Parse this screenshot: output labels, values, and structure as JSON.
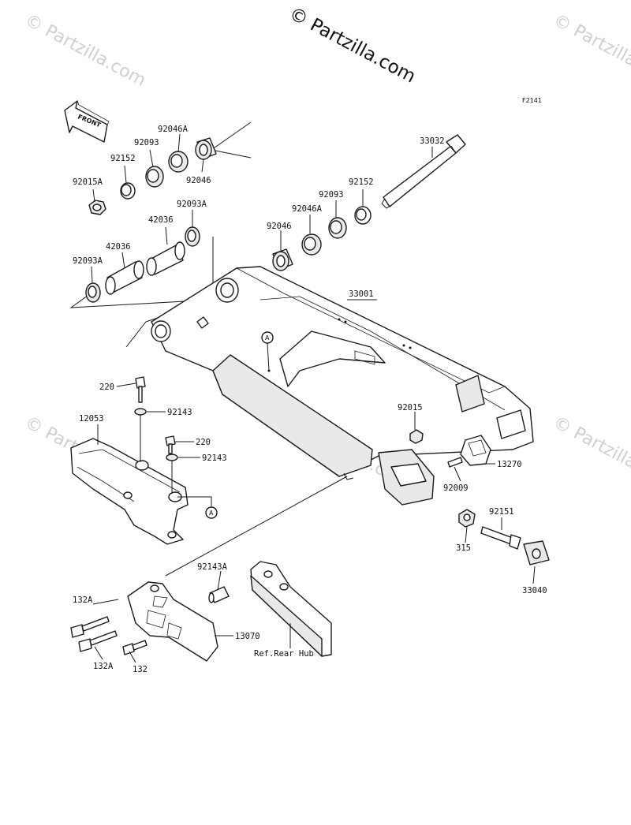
{
  "watermark": {
    "brand": "© Partzilla.com",
    "side": "© Partzilla.com"
  },
  "figure_code": "F2141",
  "front_arrow": "FRONT",
  "callouts": {
    "ref_a_1": "A",
    "ref_a_2": "A"
  },
  "parts": {
    "p33032": "33032",
    "p92046A_top": "92046A",
    "p92093_top": "92093",
    "p92152_top": "92152",
    "p92046_top": "92046",
    "p92015A": "92015A",
    "p42036_a": "42036",
    "p92093A_a": "92093A",
    "p42036_b": "42036",
    "p92093A_b": "92093A",
    "p92152_r": "92152",
    "p92093_r": "92093",
    "p92046A_r": "92046A",
    "p92046_r": "92046",
    "p33001": "33001",
    "p220_a": "220",
    "p92143_a": "92143",
    "p12053": "12053",
    "p220_b": "220",
    "p92143_b": "92143",
    "p92015": "92015",
    "p13270": "13270",
    "p92009": "92009",
    "p92151": "92151",
    "p315": "315",
    "p33040": "33040",
    "p92143A": "92143A",
    "p132A_a": "132A",
    "p132A_b": "132A",
    "p132": "132",
    "p13070": "13070",
    "ref_rear_hub": "Ref.Rear Hub"
  }
}
